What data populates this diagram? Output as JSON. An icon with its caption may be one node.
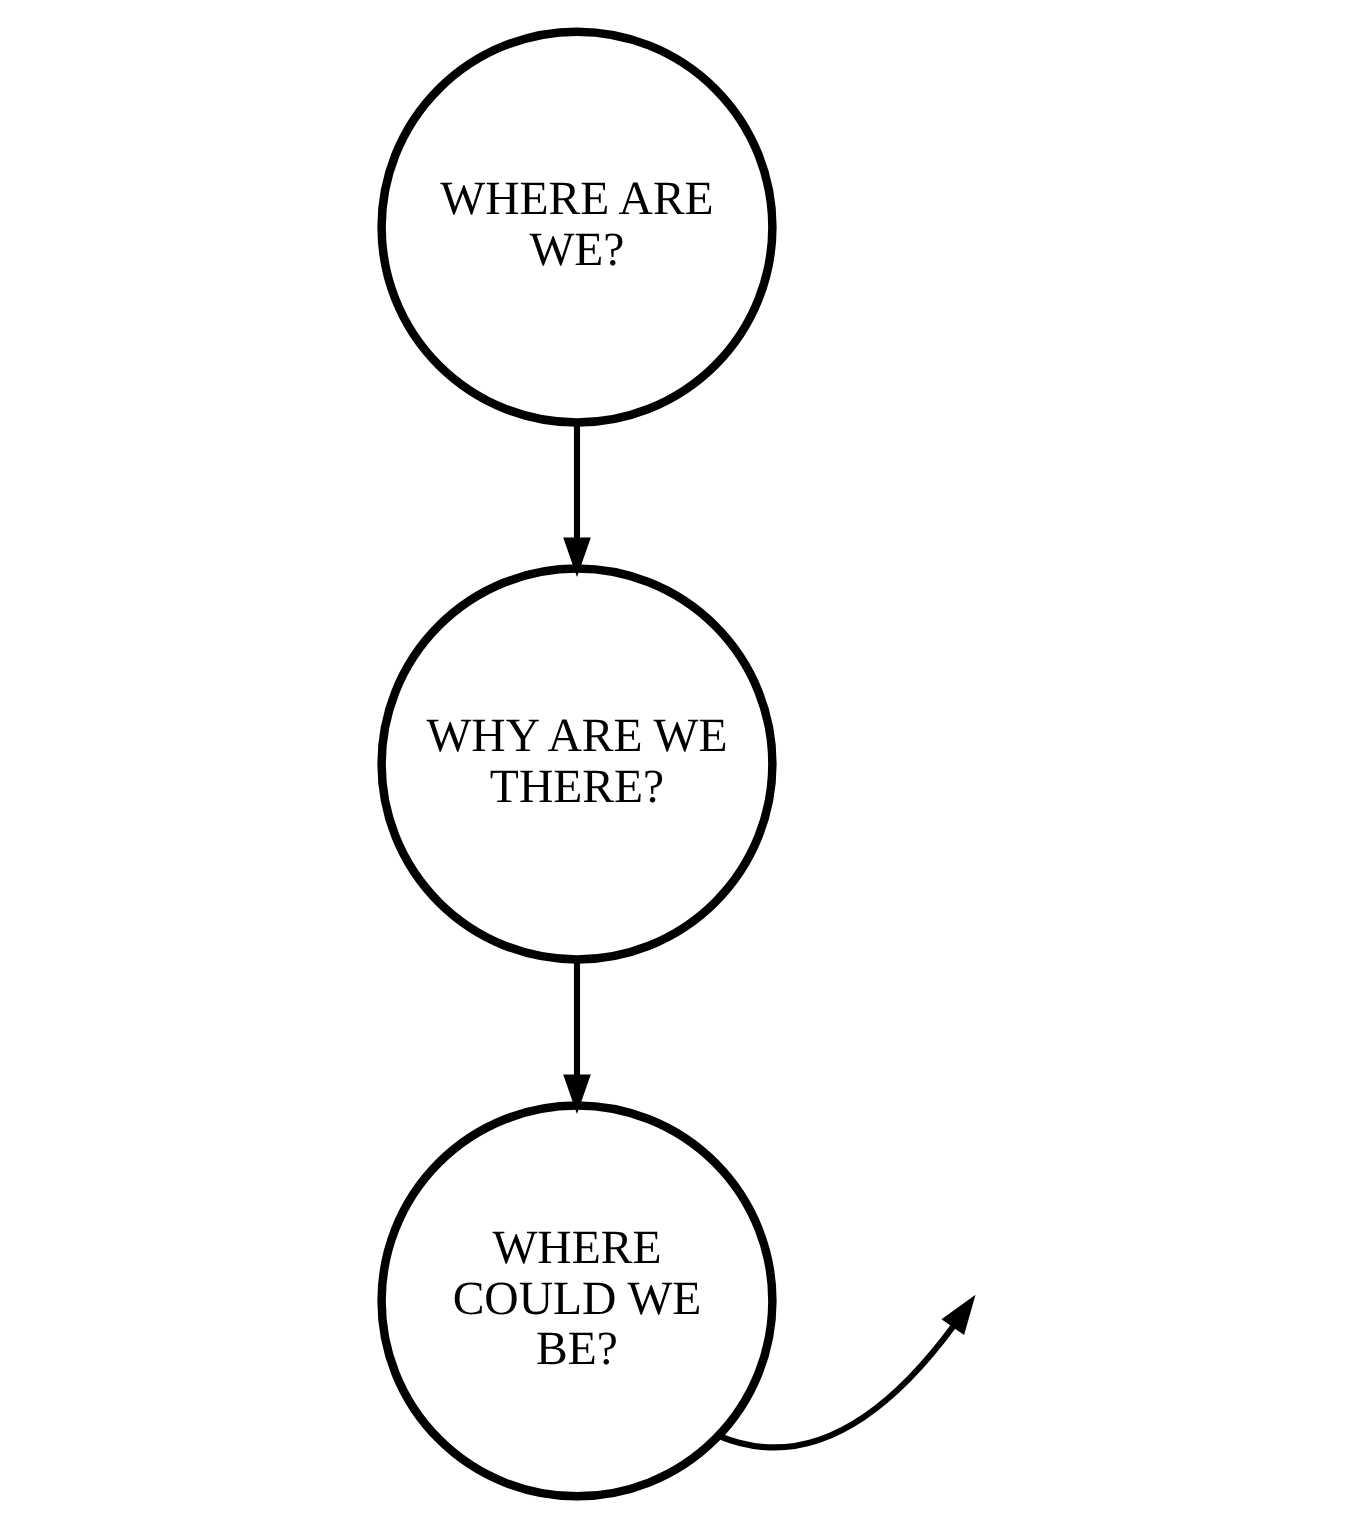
{
  "diagram": {
    "nodes": [
      {
        "text": [
          "WHERE ARE WE?"
        ]
      },
      {
        "text": [
          "WHY ARE WE THERE?"
        ]
      },
      {
        "text": [
          "WHERE COULD WE BE?"
        ]
      }
    ],
    "edges": [
      {
        "from": 0,
        "to": 1,
        "arrow": "to"
      },
      {
        "from": 1,
        "to": 2,
        "arrow": "to"
      },
      {
        "from": 2,
        "to": null,
        "arrow": "to"
      }
    ]
  }
}
